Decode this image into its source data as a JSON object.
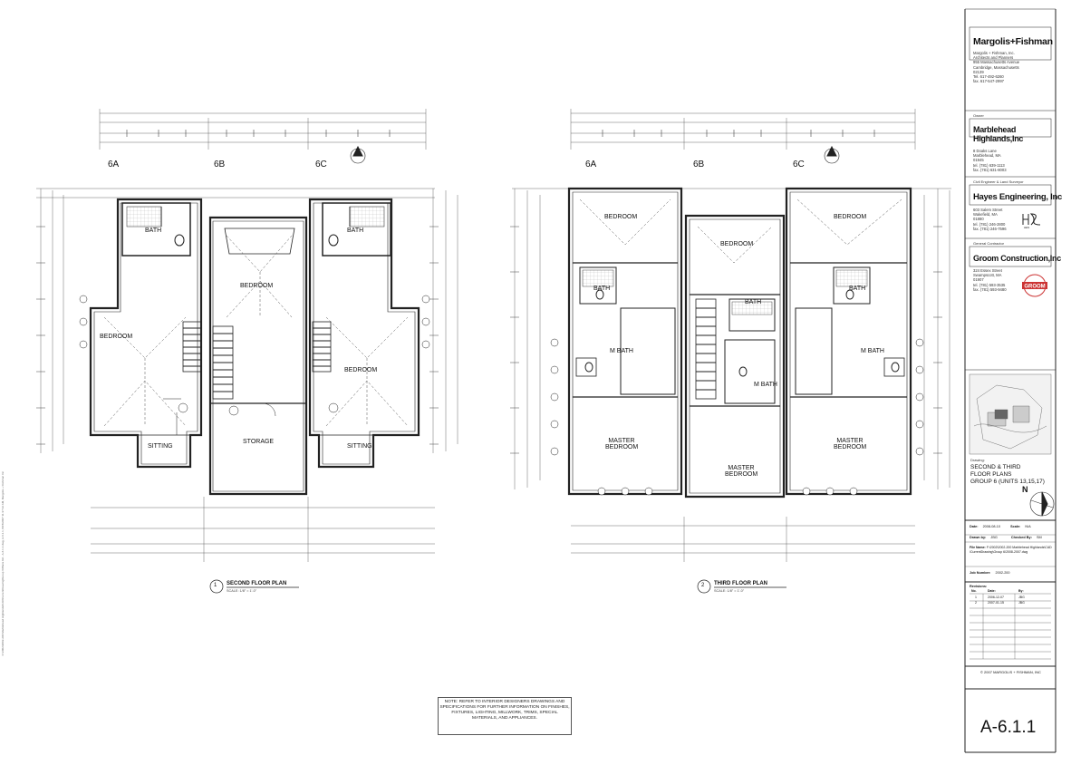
{
  "title_block": {
    "architect": {
      "name": "Margolis+Fishman",
      "lines": [
        "Margolis + Fishman, Inc.",
        "Architects and Planners",
        "955 Massachusetts Avenue",
        "Cambridge, Massachusetts",
        "02139",
        "Tel. 617-492-6260",
        "fax. 617-547-2997"
      ]
    },
    "owner": {
      "heading": "Owner",
      "name": "Marblehead Highlands,Inc",
      "lines": [
        "8 Doaks Lane",
        "Marblehead, MA",
        "01945",
        "tel. (781) 639-1113",
        "fax. (781) 631-8003"
      ]
    },
    "engineer": {
      "heading": "Civil Engineer & Land Surveyor",
      "name": "Hayes Engineering, Inc",
      "logo_text": "HES",
      "lines": [
        "603 Salem Street",
        "Wakefield, MA",
        "01880",
        "tel. (781) 246-2800",
        "fax. (781) 246-7596"
      ]
    },
    "contractor": {
      "heading": "General Contractor",
      "name": "Groom Construction,Inc",
      "logo_text": "GROOM",
      "lines": [
        "324 Essex Street",
        "Swampscott, MA",
        "01907",
        "tel. (781) 593-3535",
        "fax. (781) 593-9480"
      ]
    },
    "drawing_heading": "Drawing:",
    "drawing_title": [
      "SECOND & THIRD",
      "FLOOR PLANS",
      "GROUP 6 (UNITS 13,15,17)"
    ],
    "north": "N",
    "date_label": "Date:",
    "date": "2008-08-10",
    "scale_label": "Scale:",
    "scale": "N/A",
    "drawn_label": "Drawn by:",
    "drawn": "JBG",
    "checked_label": "Checked By:",
    "checked": "SM",
    "file_label": "File Name:",
    "file": "F:\\2002\\2002-200 Marblehead Highlands\\CAD\\CurrentDrawing\\Group 6\\2008-2007.dwg",
    "job_label": "Job Number:",
    "job": "2002-200",
    "revisions_label": "Revisions:",
    "rev_cols": [
      "No.",
      "Date:",
      "By:"
    ],
    "revisions": [
      [
        "1",
        "2006-12-07",
        "JBG"
      ],
      [
        "2",
        "2007-01-15",
        "JBG"
      ]
    ],
    "copyright": "© 2007 MARGOLIS + FISHMAN, INC",
    "sheet_number": "A-6.1.1"
  },
  "note": "NOTE: REFER TO INTERIOR DESIGNERS DRAWINGS AND SPECIFICATIONS FOR FURTHER INFORMATION ON FINISHES, FIXTURES, LIGHTING, MILLWORK, TRIMS, SPECIAL MATERIALS, AND APPLIANCES.",
  "side_text": "F:\\2002\\2002-200 Marblehead Highlands\\CAD\\CurrentDrawing\\Group 6\\Plans G6 - A-6.1.1.dwg, A-6.1.1, 8/15/2007 11:37:12 AM, Margolis + Fishman Inc",
  "plans": [
    {
      "number": "1",
      "title": "SECOND FLOOR PLAN",
      "scale": "SCALE: 1/8\" = 1'-0\"",
      "units": [
        "6A",
        "6B",
        "6C"
      ],
      "rooms": [
        "BATH",
        "BEDROOM",
        "SITTING",
        "BEDROOM",
        "STORAGE",
        "BATH",
        "BEDROOM",
        "SITTING"
      ]
    },
    {
      "number": "2",
      "title": "THIRD FLOOR PLAN",
      "scale": "SCALE: 1/8\" = 1'-0\"",
      "units": [
        "6A",
        "6B",
        "6C"
      ],
      "rooms": [
        "BEDROOM",
        "BATH",
        "M BATH",
        "MASTER BEDROOM",
        "BEDROOM",
        "BATH",
        "M BATH",
        "MASTER BEDROOM",
        "BEDROOM",
        "BATH",
        "M BATH",
        "MASTER BEDROOM"
      ]
    }
  ]
}
